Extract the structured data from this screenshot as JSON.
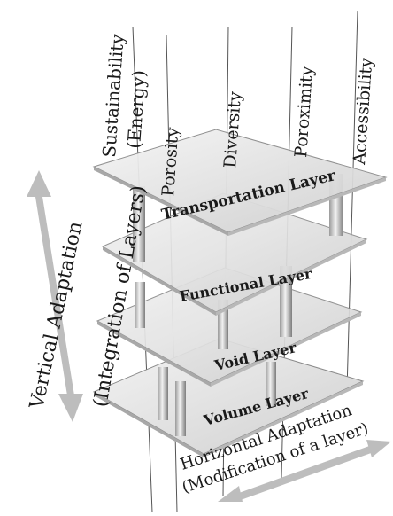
{
  "diagram": {
    "vertical_labels": {
      "sustainability_line1": "Sustainability",
      "sustainability_line2": "(Energy)",
      "porosity": "Porosity",
      "diversity": "Diversity",
      "poroximity": "Poroximity",
      "accessibility": "Accessibility"
    },
    "layers": {
      "transportation": "Transportation Layer",
      "functional": "Functional Layer",
      "void": "Void Layer",
      "volume": "Volume Layer"
    },
    "side_labels": {
      "vertical_adaptation": "Vertical Adaptation",
      "integration_of_layers": "(Integration of Layers)"
    },
    "bottom_labels": {
      "horizontal_adaptation": "Horizontal Adaptation",
      "modification_of_a_layer": "(Modification of a layer)"
    },
    "colors": {
      "plate_fill": "#dcdcdc",
      "plate_edge": "#8a8a8a",
      "arrow": "#bdbdbd",
      "text": "#1a1a1a"
    }
  }
}
